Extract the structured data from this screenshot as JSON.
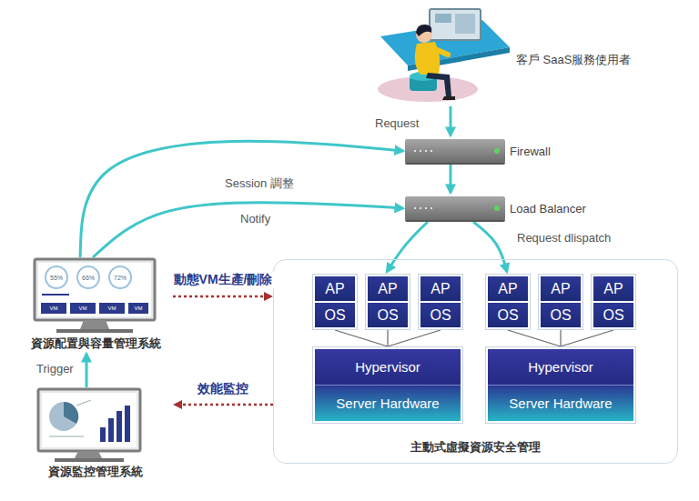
{
  "diagram": {
    "nodes": [
      {
        "text": [
          "客戶 SaaS服務使用者"
        ]
      },
      {
        "text": [
          "Firewall"
        ]
      },
      {
        "text": [
          "Load Balancer"
        ]
      },
      {
        "text": [
          "資源配置與容量管理系統"
        ]
      },
      {
        "text": [
          "資源監控管理系統"
        ]
      },
      {
        "text": [
          "主動式虛擬資源安全管理"
        ]
      },
      {
        "text": [
          "AP",
          "OS"
        ],
        "in": 5
      },
      {
        "text": [
          "AP",
          "OS"
        ],
        "in": 5
      },
      {
        "text": [
          "AP",
          "OS"
        ],
        "in": 5
      },
      {
        "text": [
          "Hypervisor",
          "Server Hardware"
        ],
        "in": 5
      },
      {
        "text": [
          "AP",
          "OS"
        ],
        "in": 5
      },
      {
        "text": [
          "AP",
          "OS"
        ],
        "in": 5
      },
      {
        "text": [
          "AP",
          "OS"
        ],
        "in": 5
      },
      {
        "text": [
          "Hypervisor",
          "Server Hardware"
        ],
        "in": 5
      }
    ],
    "edges": [
      {
        "from": 0,
        "to": 1,
        "arrow": "to",
        "label": "Request"
      },
      {
        "from": 1,
        "to": 2,
        "arrow": "to"
      },
      {
        "from": 2,
        "to": 7,
        "arrow": "to"
      },
      {
        "from": 2,
        "to": 10,
        "arrow": "to",
        "label": "Request dlispatch"
      },
      {
        "from": 3,
        "to": 1,
        "arrow": "to"
      },
      {
        "from": 3,
        "to": 2,
        "arrow": "to",
        "label": "Session 調整"
      },
      {
        "from": 3,
        "to": 5,
        "arrow": "to",
        "label": "動態VM生產/刪除"
      },
      {
        "from": 5,
        "to": 4,
        "arrow": "to",
        "label": "效能監控"
      },
      {
        "from": 4,
        "to": 3,
        "arrow": "to",
        "label": "Trigger"
      },
      {
        "from": 6,
        "to": 9,
        "arrow": "none"
      },
      {
        "from": 7,
        "to": 9,
        "arrow": "none"
      },
      {
        "from": 8,
        "to": 9,
        "arrow": "none"
      },
      {
        "from": 10,
        "to": 13,
        "arrow": "none"
      },
      {
        "from": 11,
        "to": 13,
        "arrow": "none"
      },
      {
        "from": 12,
        "to": 13,
        "arrow": "none"
      }
    ],
    "labels": [
      "Notify",
      "55%",
      "66%",
      "72%",
      "VM",
      "VM",
      "VM",
      "VM"
    ]
  }
}
